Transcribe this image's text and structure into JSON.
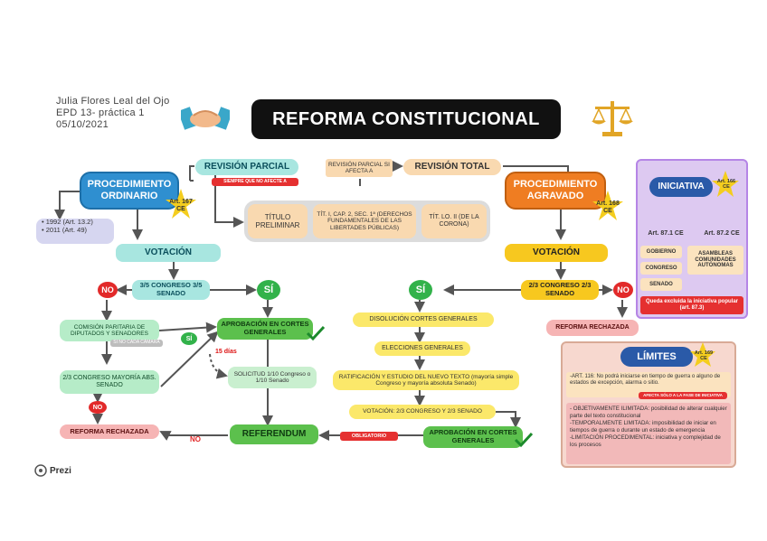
{
  "author": {
    "name": "Julia Flores Leal del Ojo",
    "course": "EPD 13- práctica 1",
    "date": "05/10/2021"
  },
  "title": "REFORMA CONSTITUCIONAL",
  "revision_parcial": {
    "label": "REVISIÓN PARCIAL",
    "note": "SIEMPRE QUE NO AFECTE A",
    "titulo_preliminar": "TÍTULO PRELIMINAR",
    "titulo_i": "TÍT. I, CAP. 2, SEC. 1ª (DERECHOS FUNDAMENTALES DE LAS LIBERTADES PÚBLICAS)",
    "titulo_ii": "TÍT. LO. II (DE LA CORONA)"
  },
  "revision_total": {
    "label": "REVISIÓN TOTAL",
    "note": "REVISIÓN PARCIAL SI AFECTA A"
  },
  "ordinario": {
    "label": "PROCEDIMIENTO ORDINARIO",
    "star": "Art. 167 CE",
    "references": [
      "• 1992 (Art. 13.2)",
      "• 2011 (Art. 49)"
    ],
    "votacion": "VOTACIÓN",
    "mayoria": "3/5 CONGRESO 3/5 SENADO",
    "no": "NO",
    "si": "SÍ",
    "comision": "COMISIÓN PARITARIA DE DIPUTADOS Y SENADORES",
    "comision_tag": "SI NO CADA CÁMARA",
    "congreso_23": "2/3 CONGRESO MAYORÍA ABS. SENADO",
    "no2": "NO",
    "rechazada": "REFORMA RECHAZADA",
    "aprobacion": "APROBACIÓN EN CORTES GENERALES",
    "si2": "SÍ",
    "dias": "15 días",
    "solicitud": "SOLICITUD 1/10 Congreso o 1/10 Senado",
    "referendum": "REFERENDUM",
    "no3": "NO"
  },
  "agravado": {
    "label": "PROCEDIMIENTO AGRAVADO",
    "star": "Art. 168 CE",
    "votacion": "VOTACIÓN",
    "mayoria": "2/3 CONGRESO 2/3 SENADO",
    "si": "SÍ",
    "no": "NO",
    "rechazada": "REFORMA RECHAZADA",
    "disolucion": "DISOLUCIÓN CORTES GENERALES",
    "elecciones": "ELECCIONES GENERALES",
    "ratificacion": "RATIFICACIÓN Y ESTUDIO DEL NUEVO TEXTO (mayoría simple Congreso y mayoría absoluta Senado)",
    "votacion2": "VOTACIÓN: 2/3 CONGRESO Y 2/3 SENADO",
    "aprobacion": "APROBACIÓN EN CORTES GENERALES",
    "obligatorio": "OBLIGATORIO"
  },
  "iniciativa": {
    "label": "INICIATIVA",
    "star": "Art. 166 CE",
    "art871": "Art. 87.1 CE",
    "art872": "Art. 87.2 CE",
    "gobierno": "GOBIERNO",
    "congreso": "CONGRESO",
    "senado": "SENADO",
    "asambleas": "ASAMBLEAS COMUNIDADES AUTÓNOMAS",
    "excluida": "Queda excluida la iniciativa popular (art. 87.3)"
  },
  "limites": {
    "label": "LÍMITES",
    "star": "Art. 169 CE",
    "art116": "-ART. 116: No podrá iniciarse en tiempo de guerra o alguno de estados de excepción, alarma o sitio.",
    "art116_tag": "AFECTA SÓLO A LA FASE DE INICIATIVA",
    "objetivamente": "- OBJETIVAMENTE ILIMITADA: posibilidad de alterar cualquier parte del texto constitucional",
    "temporalmente": "-TEMPORALMENTE LIMITADA: imposibilidad de iniciar en tiempos de guerra o durante un estado de emergencia",
    "procedimental": "-LIMITACIÓN PROCEDIMENTAL: iniciativa y complejidad de los procesos"
  },
  "prezi": "Prezi",
  "colors": {
    "blue": "#2f8fd0",
    "orange": "#ef7d22",
    "teal": "#a8e6e0",
    "green": "#5cc04d",
    "red": "#e53030",
    "yellow": "#fbe86a",
    "purple": "#ddc9f1"
  }
}
